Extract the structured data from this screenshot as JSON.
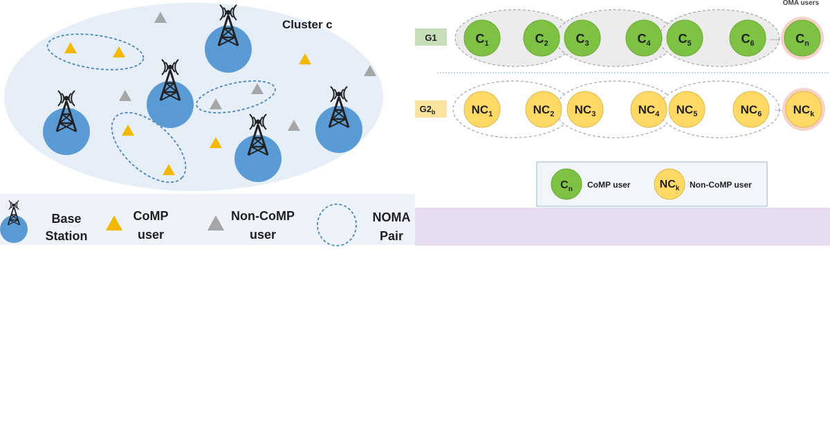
{
  "cluster": {
    "label": "Cluster c"
  },
  "legend_left": {
    "base_station": {
      "line1": "Base",
      "line2": "Station"
    },
    "comp_user": {
      "line1": "CoMP",
      "line2": "user"
    },
    "non_comp_user": {
      "line1": "Non-CoMP",
      "line2": "user"
    },
    "noma_pair": {
      "line1": "NOMA",
      "line2": "Pair"
    }
  },
  "pairing": {
    "oma_label": "OMA users",
    "group1": {
      "label": "G1",
      "users": [
        {
          "base": "C",
          "sub": "1"
        },
        {
          "base": "C",
          "sub": "2"
        },
        {
          "base": "C",
          "sub": "3"
        },
        {
          "base": "C",
          "sub": "4"
        },
        {
          "base": "C",
          "sub": "5"
        },
        {
          "base": "C",
          "sub": "6"
        }
      ],
      "dots": ".....",
      "oma_user": {
        "base": "C",
        "sub": "n"
      }
    },
    "group2": {
      "label_base": "G2",
      "label_sub": "b",
      "users": [
        {
          "base": "NC",
          "sub": "1"
        },
        {
          "base": "NC",
          "sub": "2"
        },
        {
          "base": "NC",
          "sub": "3"
        },
        {
          "base": "NC",
          "sub": "4"
        },
        {
          "base": "NC",
          "sub": "5"
        },
        {
          "base": "NC",
          "sub": "6"
        }
      ],
      "dots": "....",
      "oma_user": {
        "base": "NC",
        "sub": "k"
      }
    }
  },
  "legend_right": {
    "comp": {
      "symbol_base": "C",
      "symbol_sub": "n",
      "label": "CoMP user"
    },
    "non_comp": {
      "symbol_base": "NC",
      "symbol_sub": "k",
      "label": "Non-CoMP user"
    }
  },
  "colors": {
    "cluster_fill": "#e6eef8",
    "base_station": "#5b9bd5",
    "comp_user": "#f5b800",
    "non_comp_user": "#a6a6a6",
    "noma_dash": "#4a86b8",
    "green_user": "#7dc242",
    "yellow_user": "#ffd966",
    "g1_label_bg": "#c6dfb8",
    "g2_label_bg": "#fce4a0",
    "purple_band": "#e6dcef"
  }
}
